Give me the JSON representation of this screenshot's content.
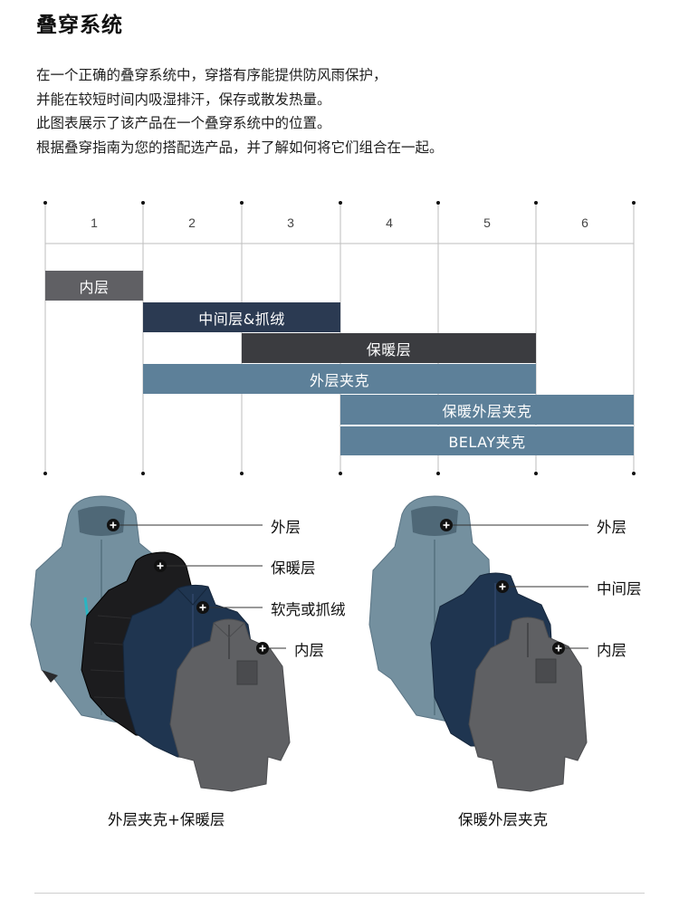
{
  "title": "叠穿系统",
  "intro_lines": [
    "在一个正确的叠穿系统中，穿搭有序能提供防风雨保护，",
    "并能在较短时间内吸湿排汗，保存或散发热量。",
    "此图表展示了该产品在一个叠穿系统中的位置。",
    "根据叠穿指南为您的搭配选产品，并了解如何将它们组合在一起。"
  ],
  "layer_chart": {
    "columns": [
      "1",
      "2",
      "3",
      "4",
      "5",
      "6"
    ],
    "bars": [
      {
        "label": "内层",
        "start": 1,
        "end": 1,
        "color": "#606064"
      },
      {
        "label": "中间层&抓绒",
        "start": 2,
        "end": 3,
        "color": "#2b3a52"
      },
      {
        "label": "保暖层",
        "start": 3,
        "end": 5,
        "color": "#3b3c40"
      },
      {
        "label": "外层夹克",
        "start": 2,
        "end": 5,
        "color": "#5d8099"
      },
      {
        "label": "保暖外层夹克",
        "start": 4,
        "end": 6,
        "color": "#5d8099"
      },
      {
        "label": "BELAY夹克",
        "start": 4,
        "end": 6,
        "color": "#5d8099"
      }
    ]
  },
  "left_illustration": {
    "labels": [
      "外层",
      "保暖层",
      "软壳或抓绒",
      "内层"
    ],
    "caption": "外层夹克+保暖层"
  },
  "right_illustration": {
    "labels": [
      "外层",
      "中间层",
      "内层"
    ],
    "caption": "保暖外层夹克"
  },
  "colors": {
    "shell": "#74909f",
    "insulated": "#1c1c1e",
    "fleece": "#1f3550",
    "baselayer": "#5f6063"
  }
}
